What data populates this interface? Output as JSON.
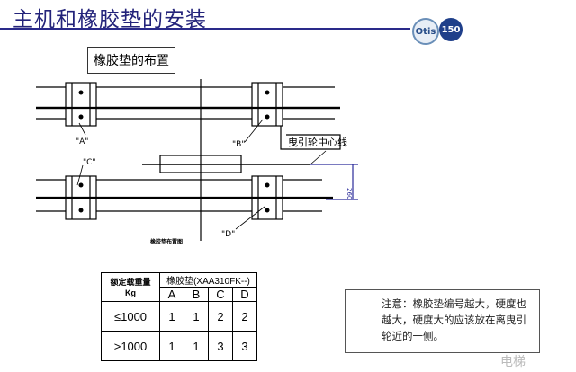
{
  "title": "主机和橡胶垫的安装",
  "logos": [
    "Otis",
    "150"
  ],
  "subtitle": "橡胶垫的布置",
  "drawing": {
    "labels": {
      "a": "\"A\"",
      "b": "\"B\"",
      "c": "\"C\"",
      "d": "\"D\""
    },
    "centerline_label": "曳引轮中心线",
    "dimension": "260",
    "caption": "橡胶垫布置图"
  },
  "table": {
    "header_load": "额定载重量",
    "header_unit": "Kg",
    "header_pad": "橡胶垫(XAA310FK--)",
    "columns": [
      "A",
      "B",
      "C",
      "D"
    ],
    "rows": [
      {
        "load": "≤1000",
        "values": [
          "1",
          "1",
          "2",
          "2"
        ]
      },
      {
        "load": ">1000",
        "values": [
          "1",
          "1",
          "3",
          "3"
        ]
      }
    ]
  },
  "note": "注意：橡胶垫编号越大，硬度也越大，硬度大的应该放在离曳引轮近的一侧。",
  "watermark": "电梯"
}
